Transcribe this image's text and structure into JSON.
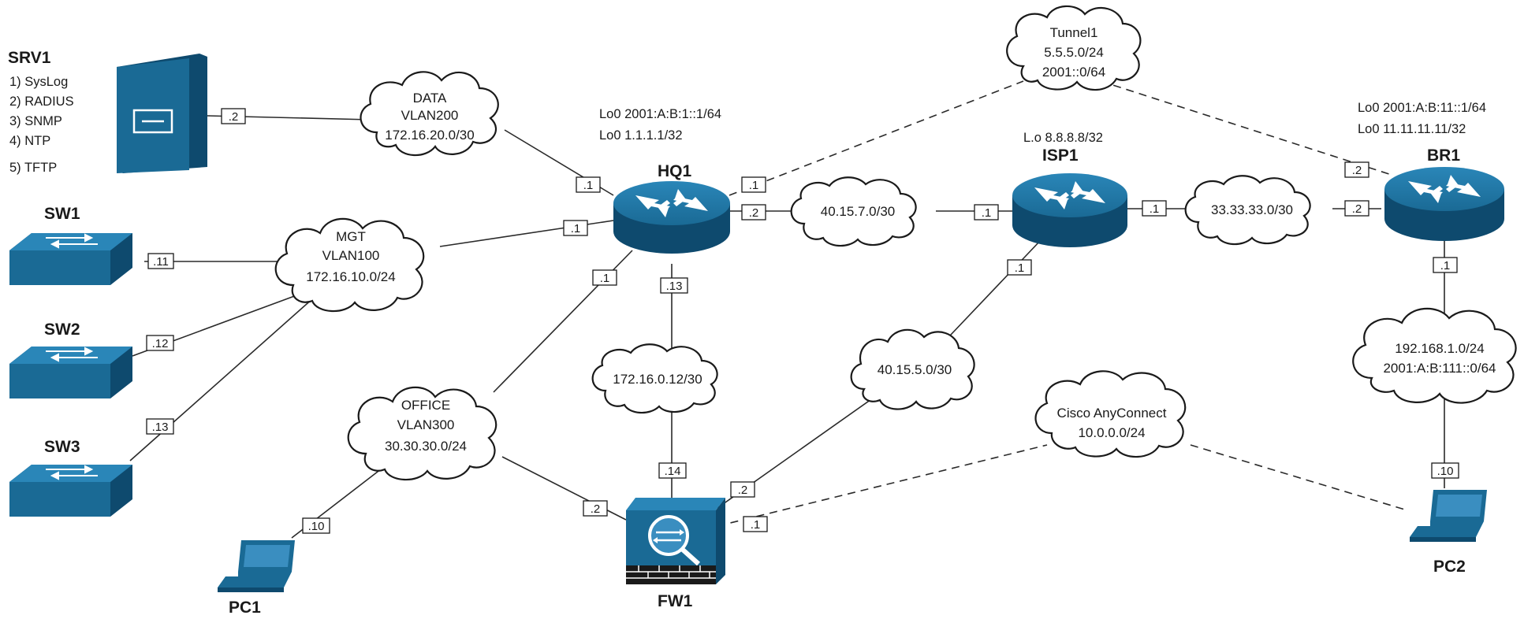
{
  "devices": {
    "srv1": {
      "name": "SRV1",
      "services": [
        "1) SysLog",
        "2) RADIUS",
        "3) SNMP",
        "4) NTP",
        "5) TFTP"
      ]
    },
    "sw1": {
      "name": "SW1"
    },
    "sw2": {
      "name": "SW2"
    },
    "sw3": {
      "name": "SW3"
    },
    "hq1": {
      "name": "HQ1",
      "loopbacks": [
        "Lo0 2001:A:B:1::1/64",
        "Lo0 1.1.1.1/32"
      ]
    },
    "isp1": {
      "name": "ISP1",
      "loopbacks": [
        "L.o 8.8.8.8/32"
      ]
    },
    "br1": {
      "name": "BR1",
      "loopbacks": [
        "Lo0 2001:A:B:11::1/64",
        "Lo0 11.11.11.11/32"
      ]
    },
    "fw1": {
      "name": "FW1"
    },
    "pc1": {
      "name": "PC1"
    },
    "pc2": {
      "name": "PC2"
    }
  },
  "clouds": {
    "data": [
      "DATA",
      "VLAN200",
      "172.16.20.0/30"
    ],
    "mgt": [
      "MGT",
      "VLAN100",
      "172.16.10.0/24"
    ],
    "office": [
      "OFFICE",
      "VLAN300",
      "30.30.30.0/24"
    ],
    "tunnel": [
      "Tunnel1",
      "5.5.5.0/24",
      "2001::0/64"
    ],
    "hq_isp": [
      "40.15.7.0/30"
    ],
    "isp_br": [
      "33.33.33.0/30"
    ],
    "hq_fw": [
      "172.16.0.12/30"
    ],
    "isp_fw": [
      "40.15.5.0/30"
    ],
    "anyconnect": [
      "Cisco AnyConnect",
      "10.0.0.0/24"
    ],
    "br_lan": [
      "192.168.1.0/24",
      "2001:A:B:111::0/64"
    ]
  },
  "interfaces": {
    "srv1_data": ".2",
    "hq1_data": ".1",
    "hq1_mgt": ".1",
    "sw1_mgt": ".11",
    "sw2_mgt": ".12",
    "sw3_mgt": ".13",
    "hq1_tunnel": ".1",
    "hq1_isp": ".2",
    "hq1_office": ".1",
    "hq1_fw": ".13",
    "isp1_hq": ".1",
    "isp1_br": ".1",
    "isp1_fw": ".1",
    "br1_tunnel": ".2",
    "br1_isp": ".2",
    "br1_lan": ".1",
    "fw1_hq": ".14",
    "fw1_isp": ".2",
    "fw1_office": ".2",
    "fw1_anyconnect": ".1",
    "pc1_office": ".10",
    "pc2_lan": ".10"
  },
  "colors": {
    "device_blue": "#1a6a95",
    "device_dark": "#0e4a6e",
    "line": "#2a2a2a"
  }
}
